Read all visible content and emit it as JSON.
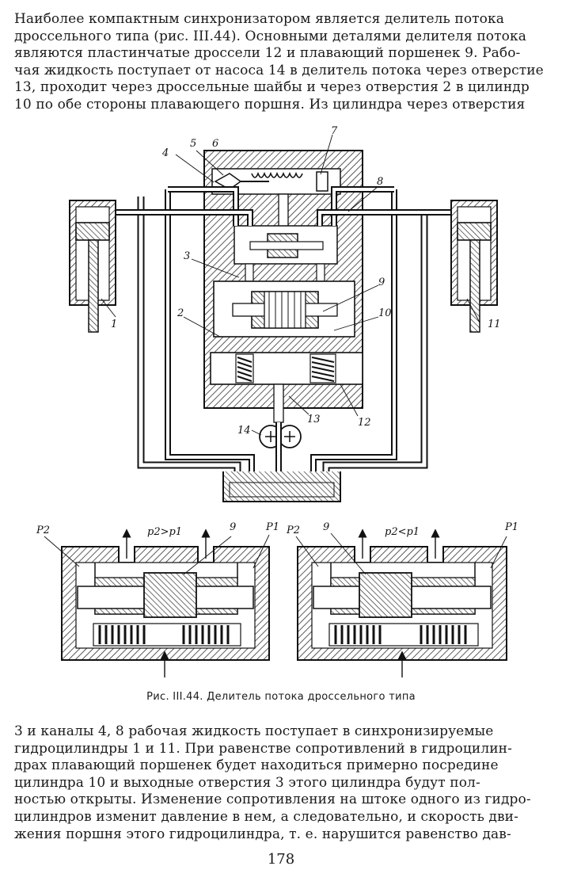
{
  "paragraph_top": [
    "Наиболее компактным синхронизатором является делитель потока",
    "дроссельного типа (рис. III.44). Основными деталями делителя потока",
    "являются пластинчатые дроссели 12 и плавающий поршенек 9. Рабо-",
    "чая жидкость поступает от насоса 14 в делитель потока через отверстие",
    "13, проходит через дроссельные шайбы и через отверстия 2 в цилиндр",
    "10 по обе стороны плавающего поршня. Из цилиндра через отверстия"
  ],
  "figure": {
    "labels": [
      "4",
      "5",
      "6",
      "7",
      "8",
      "3",
      "9",
      "2",
      "10",
      "1",
      "11",
      "14",
      "13",
      "12"
    ],
    "left_panel": {
      "p_left": "P2",
      "relation": "p2>p1",
      "piston": "9",
      "p_right": "P1"
    },
    "right_panel": {
      "p_left": "P2",
      "piston": "9",
      "relation": "p2<p1",
      "p_right": "P1"
    }
  },
  "caption": "Рис. III.44. Делитель потока дроссельного типа",
  "paragraph_bottom": [
    "3 и каналы 4, 8 рабочая жидкость поступает в синхронизируемые",
    "гидроцилиндры 1 и 11. При равенстве сопротивлений в гидроцилин-",
    "драх плавающий поршенек будет находиться примерно посредине",
    "цилиндра 10 и выходные отверстия 3 этого цилиндра будут пол-",
    "ностью открыты. Изменение сопротивления на штоке одного из гидро-",
    "цилиндров изменит давление в нем, а следовательно, и скорость дви-",
    "жения поршня этого гидроцилиндра, т. е. нарушится равенство дав-"
  ],
  "page_number": "178"
}
